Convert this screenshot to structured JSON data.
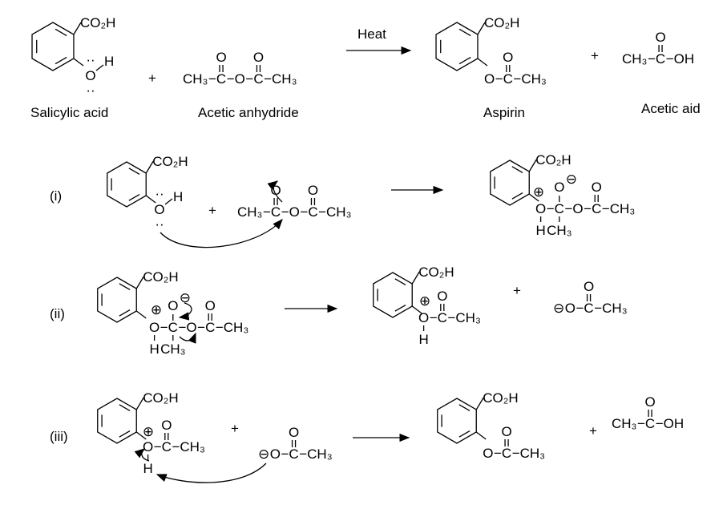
{
  "overall": {
    "condition": "Heat",
    "plus": "+",
    "names": {
      "salicylic_acid": "Salicylic acid",
      "acetic_anhydride": "Acetic anhydride",
      "aspirin": "Aspirin",
      "acetic_acid": "Acetic aid"
    }
  },
  "steps": [
    {
      "label": "(i)"
    },
    {
      "label": "(ii)"
    },
    {
      "label": "(iii)"
    }
  ],
  "fragments": {
    "co2h": "CO₂H",
    "ch3": "CH₃",
    "c": "C",
    "o": "O",
    "h": "H",
    "oh": "OH",
    "dash": "−",
    "pos_charge": "⊕",
    "neg_charge": "⊖",
    "lone_pair": "··"
  },
  "colors": {
    "ink": "#000000",
    "background": "#ffffff"
  }
}
